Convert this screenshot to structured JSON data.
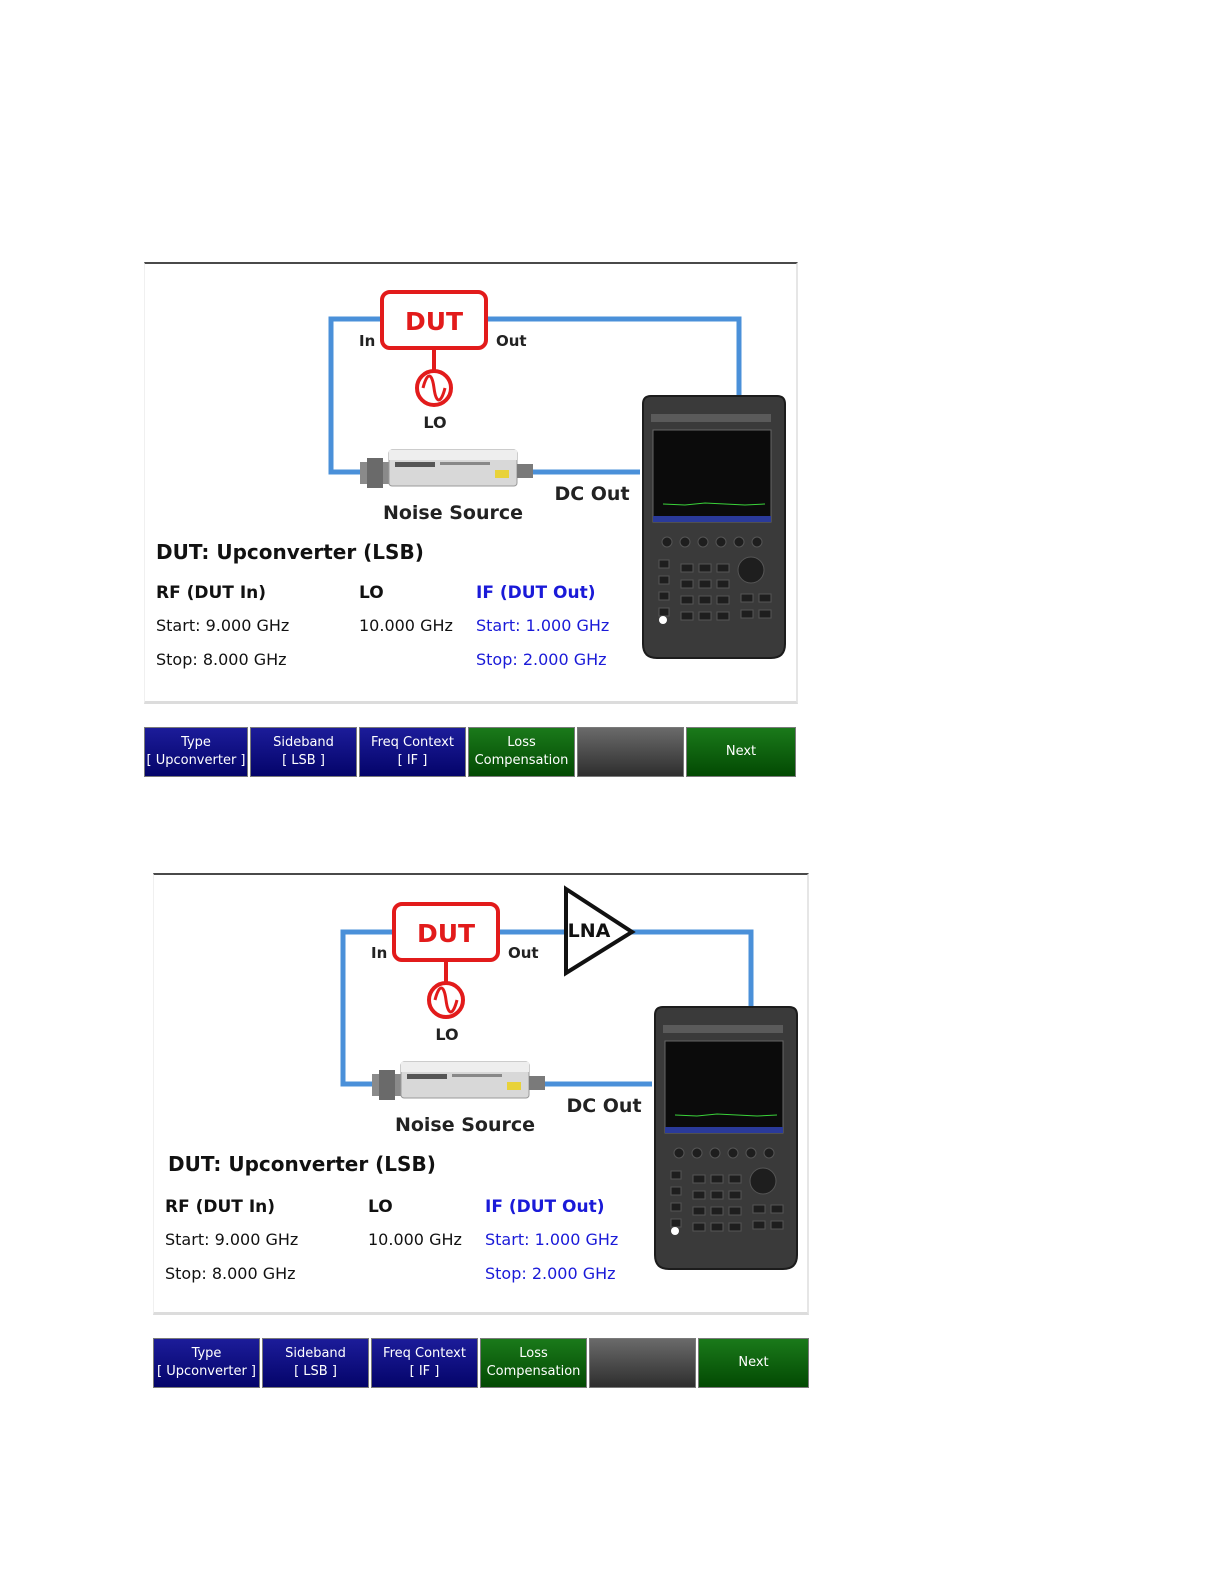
{
  "screens": [
    {
      "diagram": {
        "dut_label": "DUT",
        "in_label": "In",
        "out_label": "Out",
        "lo_label": "LO",
        "noise_source_label": "Noise Source",
        "dc_out_label": "DC Out"
      },
      "info": {
        "title": "DUT: Upconverter (LSB)",
        "rf": {
          "header": "RF (DUT In)",
          "start": "Start: 9.000 GHz",
          "stop": "Stop: 8.000 GHz"
        },
        "lo": {
          "header": "LO",
          "value": "10.000 GHz"
        },
        "if": {
          "header": "IF (DUT Out)",
          "start": "Start: 1.000 GHz",
          "stop": "Stop: 2.000 GHz"
        }
      },
      "softkeys": [
        {
          "line1": "Type",
          "line2": "[ Upconverter ]"
        },
        {
          "line1": "Sideband",
          "line2": "[ LSB ]"
        },
        {
          "line1": "Freq Context",
          "line2": "[ IF ]"
        },
        {
          "line1": "Loss",
          "line2": "Compensation"
        },
        {
          "line1": "",
          "line2": ""
        },
        {
          "line1": "Next",
          "line2": ""
        }
      ]
    },
    {
      "diagram": {
        "dut_label": "DUT",
        "in_label": "In",
        "out_label": "Out",
        "lo_label": "LO",
        "lna_label": "LNA",
        "noise_source_label": "Noise Source",
        "dc_out_label": "DC Out"
      },
      "info": {
        "title": "DUT: Upconverter (LSB)",
        "rf": {
          "header": "RF (DUT In)",
          "start": "Start: 9.000 GHz",
          "stop": "Stop: 8.000 GHz"
        },
        "lo": {
          "header": "LO",
          "value": "10.000 GHz"
        },
        "if": {
          "header": "IF (DUT Out)",
          "start": "Start: 1.000 GHz",
          "stop": "Stop: 2.000 GHz"
        }
      },
      "softkeys": [
        {
          "line1": "Type",
          "line2": "[ Upconverter ]"
        },
        {
          "line1": "Sideband",
          "line2": "[ LSB ]"
        },
        {
          "line1": "Freq Context",
          "line2": "[ IF ]"
        },
        {
          "line1": "Loss",
          "line2": "Compensation"
        },
        {
          "line1": "",
          "line2": ""
        },
        {
          "line1": "Next",
          "line2": ""
        }
      ]
    }
  ],
  "colors": {
    "cable": "#4a90d9",
    "dut_red": "#e21b1b",
    "if_blue": "#1a1ad8",
    "softkey_blue": "#06067a",
    "softkey_green": "#0a5a0a"
  }
}
